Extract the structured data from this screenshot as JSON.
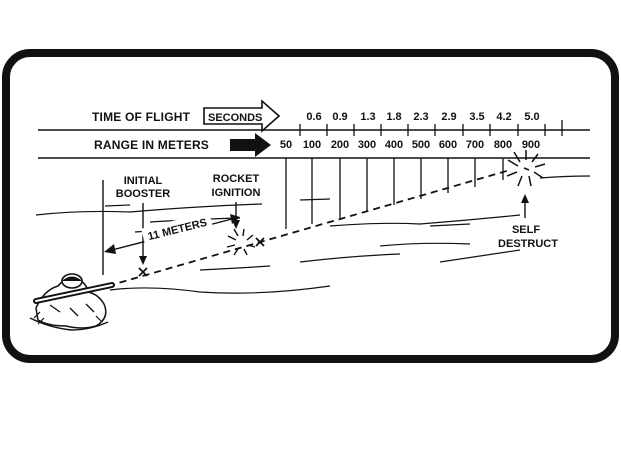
{
  "header": {
    "time_of_flight_label": "TIME OF FLIGHT",
    "seconds_label": "SECONDS",
    "range_label": "RANGE IN METERS"
  },
  "scale": {
    "times": [
      "0.6",
      "0.9",
      "1.3",
      "1.8",
      "2.3",
      "2.9",
      "3.5",
      "4.2",
      "5.0"
    ],
    "ranges": [
      "50",
      "100",
      "200",
      "300",
      "400",
      "500",
      "600",
      "700",
      "800",
      "900"
    ]
  },
  "annotations": {
    "initial_booster": [
      "INITIAL",
      "BOOSTER"
    ],
    "rocket_ignition": [
      "ROCKET",
      "IGNITION"
    ],
    "distance": "11 METERS",
    "self_destruct": [
      "SELF",
      "DESTRUCT"
    ]
  }
}
